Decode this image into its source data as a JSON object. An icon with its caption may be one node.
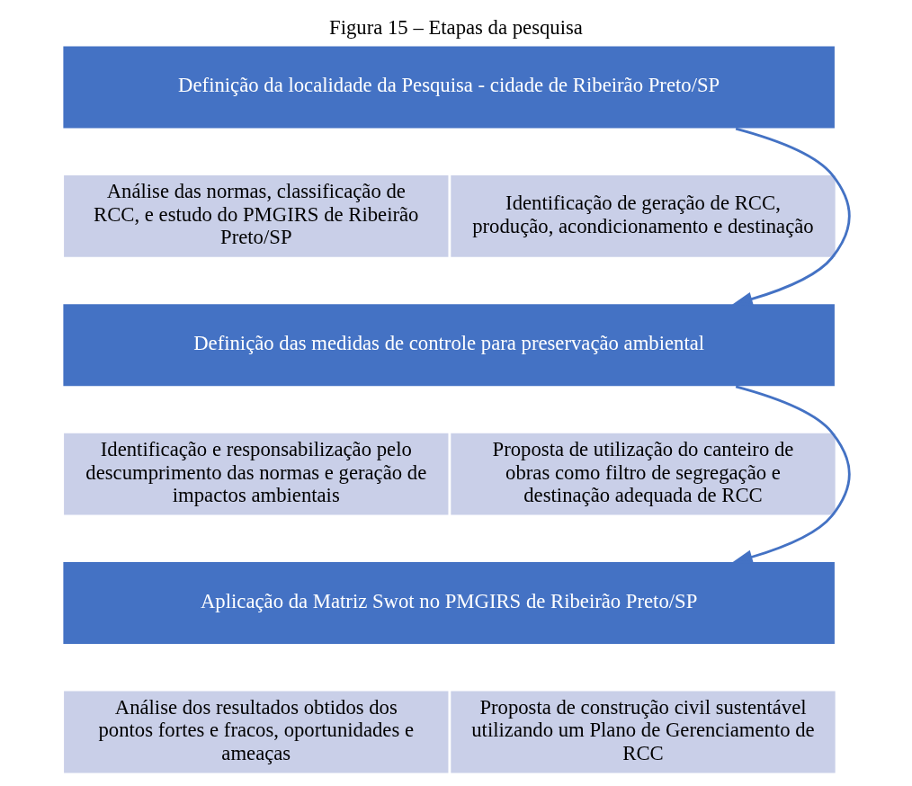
{
  "diagram": {
    "title": "Figura 15 – Etapas da pesquisa",
    "nodes": [
      {
        "text": [
          "Definição da localidade da Pesquisa - cidade de Ribeirão Preto/SP"
        ]
      },
      {
        "text": [
          "Análise das normas, classificação de RCC, e estudo do PMGIRS de Ribeirão Preto/SP"
        ]
      },
      {
        "text": [
          "Identificação de geração de RCC, produção, acondicionamento e destinação"
        ]
      },
      {
        "text": [
          "Definição das medidas de controle para preservação ambiental"
        ]
      },
      {
        "text": [
          "Identificação e responsabilização pelo descumprimento das normas e geração de impactos ambientais"
        ]
      },
      {
        "text": [
          "Proposta de utilização do canteiro de obras como filtro de segregação e destinação adequada de RCC"
        ]
      },
      {
        "text": [
          "Aplicação da Matriz Swot no PMGIRS de Ribeirão Preto/SP"
        ]
      },
      {
        "text": [
          "Análise dos resultados obtidos dos pontos fortes e fracos, oportunidades e ameaças"
        ]
      },
      {
        "text": [
          "Proposta de construção civil sustentável utilizando um Plano de Gerenciamento de RCC"
        ]
      }
    ],
    "edges": [
      {
        "from": 0,
        "to": 3,
        "arrow": "to"
      },
      {
        "from": 3,
        "to": 6,
        "arrow": "to"
      }
    ]
  }
}
